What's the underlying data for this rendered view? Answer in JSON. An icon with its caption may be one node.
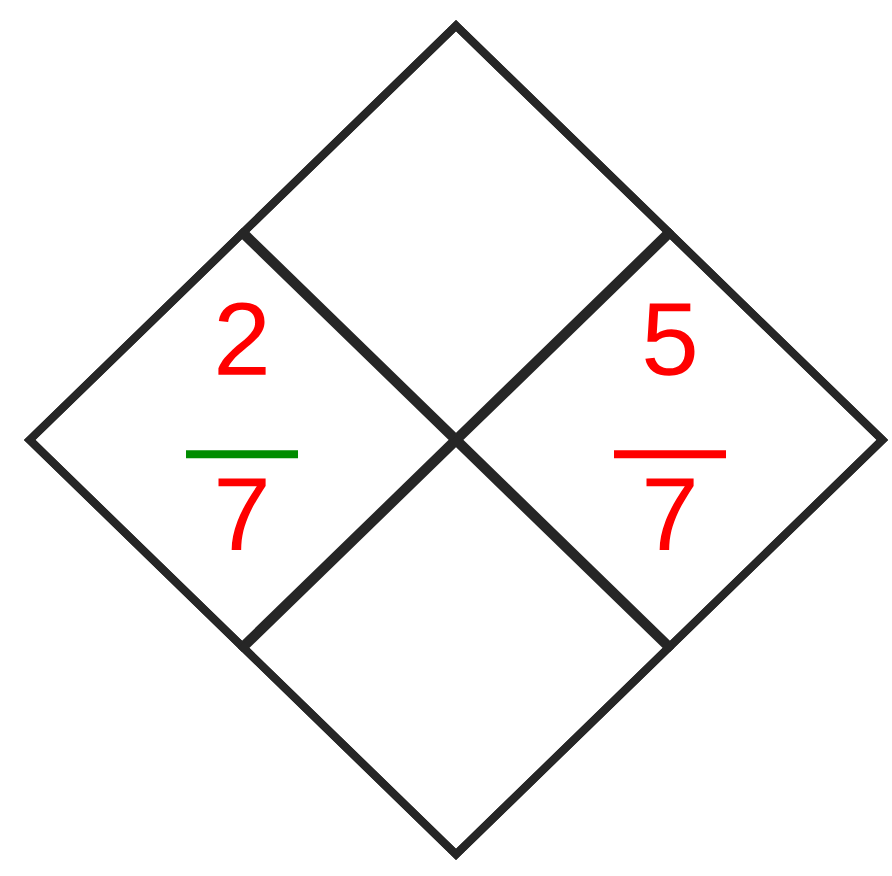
{
  "diagram": {
    "nodes": [
      {
        "text": [],
        "shape": "diamond"
      },
      {
        "text": [],
        "shape": "diamond",
        "in": 0
      },
      {
        "text": [
          "2",
          "7"
        ],
        "in": 0
      },
      {
        "text": [
          "5",
          "7"
        ],
        "in": 0
      },
      {
        "text": [],
        "shape": "diamond",
        "in": 0
      }
    ]
  }
}
